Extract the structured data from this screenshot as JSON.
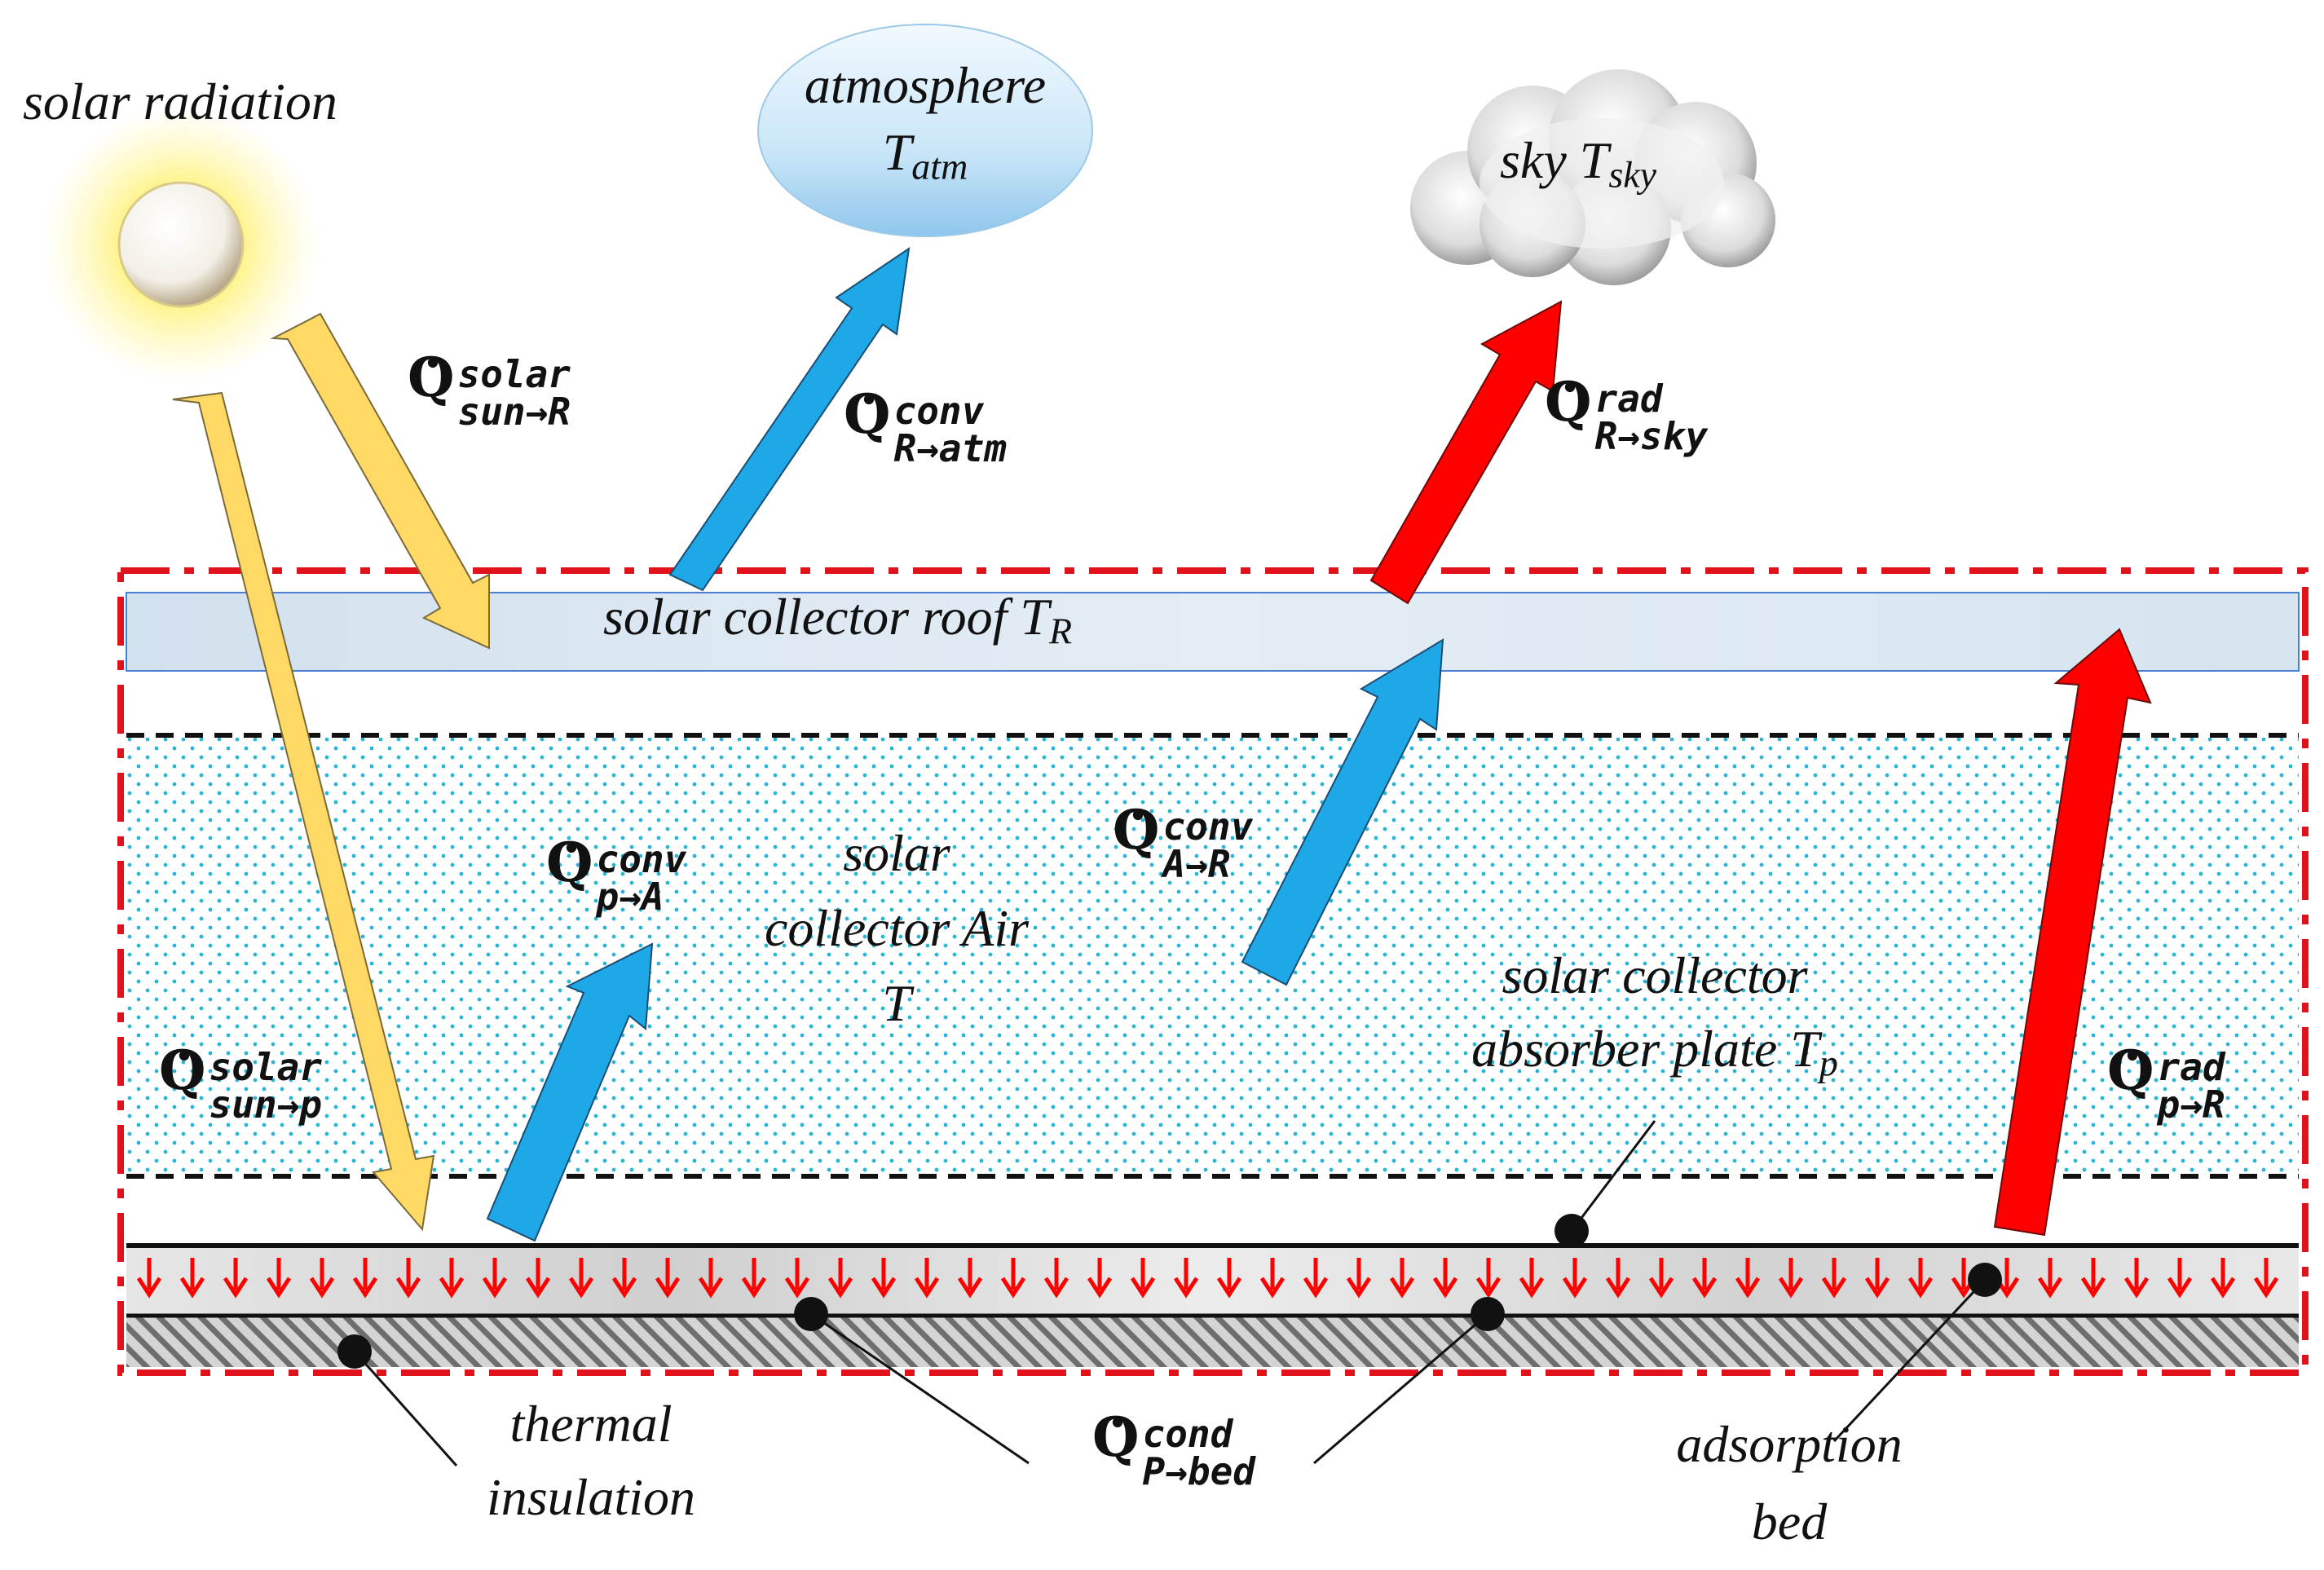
{
  "labels": {
    "solar_radiation": "solar radiation",
    "atmosphere": "atmosphere",
    "t_atm_main": "T",
    "t_atm_sub": "atm",
    "sky": "sky T",
    "sky_sub": "sky",
    "roof": "solar collector roof T",
    "roof_sub": "R",
    "air_line1": "solar",
    "air_line2": "collector Air",
    "air_line3": "T",
    "plate_line1": "solar collector",
    "plate_line2": "absorber plate T",
    "plate_sub": "p",
    "insulation_line1": "thermal",
    "insulation_line2": "insulation",
    "bed_line1": "adsorption",
    "bed_line2": "bed"
  },
  "heat_flows": {
    "q_symbol": "Q",
    "sun_to_roof": {
      "sup": "solar",
      "sub": "sun→R"
    },
    "roof_to_atm": {
      "sup": "conv",
      "sub": "R→atm"
    },
    "roof_to_sky": {
      "sup": "rad",
      "sub": "R→sky"
    },
    "plate_to_air": {
      "sup": "conv",
      "sub": "p→A"
    },
    "air_to_roof": {
      "sup": "conv",
      "sub": "A→R"
    },
    "sun_to_plate": {
      "sup": "solar",
      "sub": "sun→p"
    },
    "plate_to_roof": {
      "sup": "rad",
      "sub": "p→R"
    },
    "plate_to_bed": {
      "sup": "cond",
      "sub": "P→bed"
    }
  },
  "colors": {
    "solar_arrow": "#ffd966",
    "conv_arrow": "#1fa8e8",
    "rad_arrow": "#ff0000",
    "boundary": "#e0121c",
    "air_dots": "#27b5d8",
    "roof_fill": "#dce8f2"
  }
}
